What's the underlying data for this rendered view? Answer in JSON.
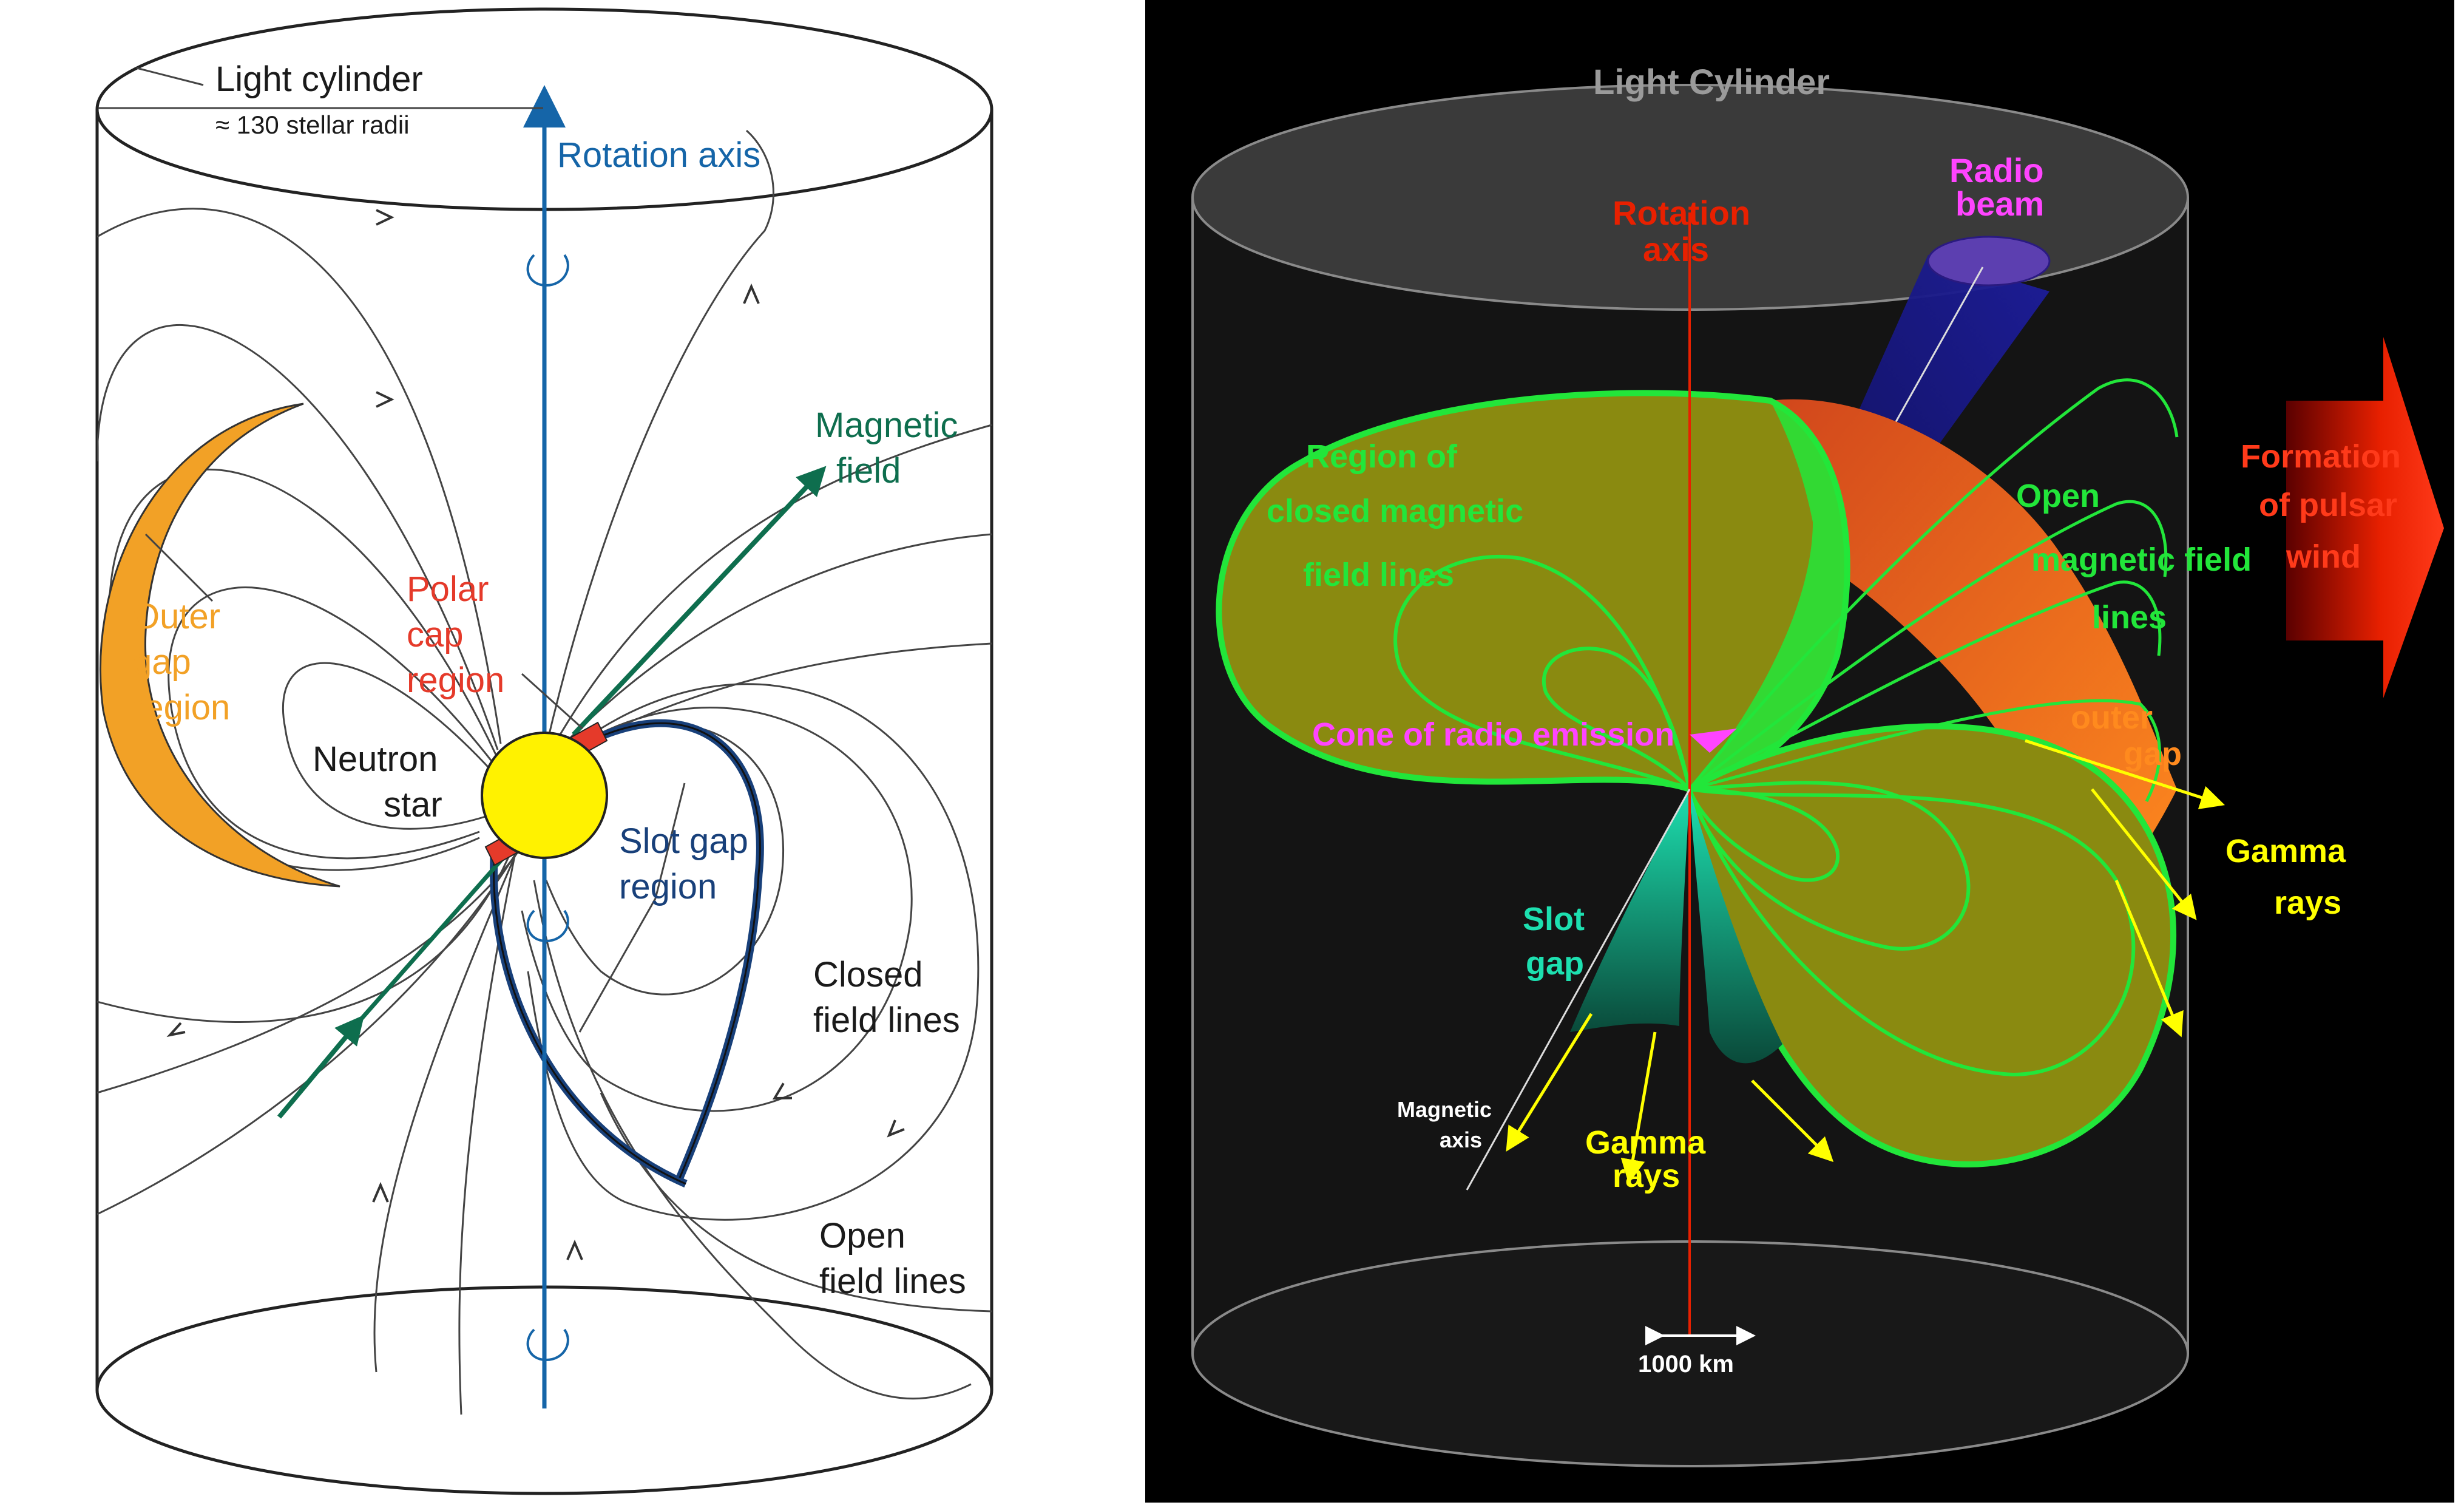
{
  "left": {
    "light_cylinder_label": "Light cylinder",
    "light_cylinder_sub": "≈ 130 stellar radii",
    "rotation_axis": "Rotation axis",
    "magnetic_field": [
      "Magnetic",
      "field"
    ],
    "outer_gap": [
      "Outer",
      "gap",
      "region"
    ],
    "polar_cap": [
      "Polar",
      "cap",
      "region"
    ],
    "neutron_star": [
      "Neutron",
      "star"
    ],
    "slot_gap": [
      "Slot gap",
      "region"
    ],
    "closed_field": [
      "Closed",
      "field lines"
    ],
    "open_field": [
      "Open",
      "field lines"
    ]
  },
  "right": {
    "light_cylinder": "Light Cylinder",
    "rotation_axis": [
      "Rotation",
      "axis"
    ],
    "radio_beam": [
      "Radio",
      "beam"
    ],
    "closed_region": [
      "Region  of",
      "closed  magnetic",
      "field    lines"
    ],
    "open_lines": [
      "Open",
      "magnetic field",
      "lines"
    ],
    "formation": [
      "Formation",
      "of pulsar",
      "wind"
    ],
    "cone": "Cone of radio emission",
    "outer_gap": [
      "outer",
      "gap"
    ],
    "gamma_rays_right": [
      "Gamma",
      "rays"
    ],
    "slot_gap": [
      "Slot",
      "gap"
    ],
    "magnetic_axis": [
      "Magnetic",
      "axis"
    ],
    "gamma_rays_bottom": [
      "Gamma",
      "rays"
    ],
    "scale": "1000 km"
  },
  "colors": {
    "rotation_axis_blue": "#1565a8",
    "magnetic_green": "#0e6e4e",
    "outer_gap_orange": "#f2a126",
    "polar_red": "#e53a2a",
    "slot_navy": "#18407a",
    "star_yellow": "#fff200",
    "closed_green": "#22e63a",
    "region_olive": "#8a8a10",
    "gamma_yellow": "#ffff00",
    "radio_magenta": "#ff44ff"
  }
}
